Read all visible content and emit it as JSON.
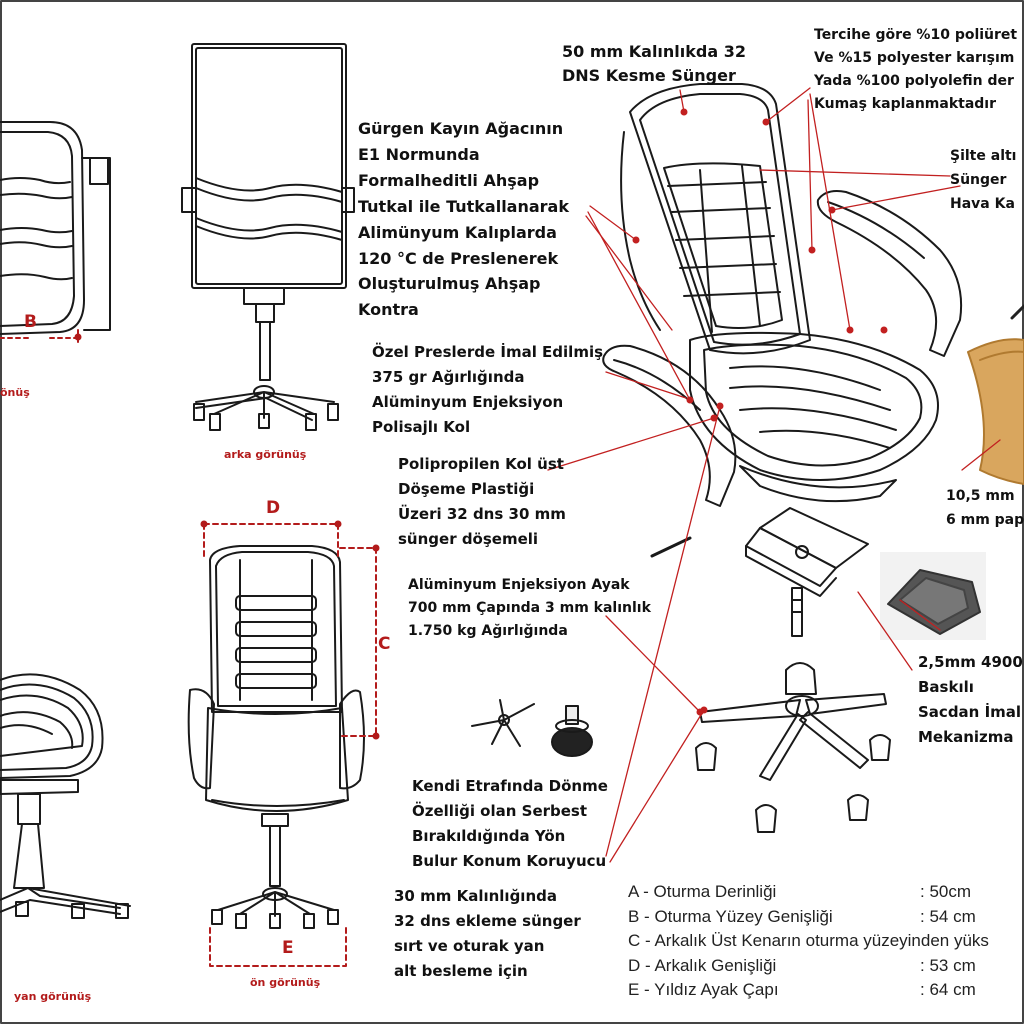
{
  "labels": {
    "foam_top": [
      "50 mm Kalınlıkda 32",
      "DNS Kesme Sünger"
    ],
    "fabric": [
      "Tercihe göre %10 poliüret",
      "Ve %15 polyester karışım",
      "Yada %100 polyolefin der",
      "Kumaş kaplanmaktadır"
    ],
    "wood": [
      "Gürgen Kayın Ağacının",
      "E1 Normunda",
      "Formalheditli  Ahşap",
      "Tutkal ile Tutkallanarak",
      "Alimünyum Kalıplarda",
      "120 °C de Preslenerek",
      "Oluşturulmuş Ahşap",
      "Kontra"
    ],
    "cushion": [
      "Şilte altı",
      "Sünger",
      "Hava Ka"
    ],
    "arm": [
      "Özel Preslerde İmal Edilmiş",
      "375 gr Ağırlığında",
      "Alüminyum Enjeksiyon",
      "Polisajlı Kol"
    ],
    "arm_top": [
      "Polipropilen Kol üst",
      "Döşeme Plastiği",
      "Üzeri 32 dns 30 mm",
      "sünger döşemeli"
    ],
    "base": [
      "Alüminyum Enjeksiyon Ayak",
      "700 mm Çapında 3 mm kalınlık",
      "1.750 kg Ağırlığında"
    ],
    "ply": [
      "10,5 mm",
      "6 mm pap"
    ],
    "mechanism": [
      "2,5mm 4900",
      "Baskılı",
      "Sacdan İmal",
      "Mekanizma"
    ],
    "caster": [
      "Kendi Etrafında Dönme",
      "Özelliği olan Serbest",
      "Bırakıldığında Yön",
      "Bulur Konum Koruyucu"
    ],
    "side_foam": [
      "30 mm Kalınlığında",
      "32 dns ekleme sünger",
      "sırt ve oturak yan",
      "alt besleme için"
    ]
  },
  "view_captions": {
    "top": "önüş",
    "back": "arka görünüş",
    "side": "yan görünüş",
    "front": "ön görünüş"
  },
  "dimension_letters": {
    "b": "B",
    "c": "C",
    "d": "D",
    "e": "E"
  },
  "legend": [
    {
      "text": "A - Oturma Derinliği",
      "value": ": 50cm"
    },
    {
      "text": "B - Oturma Yüzey Genişliği",
      "value": ": 54 cm"
    },
    {
      "text": "C - Arkalık Üst Kenarın oturma yüzeyinden yüks",
      "value": ""
    },
    {
      "text": "D - Arkalık Genişliği",
      "value": ": 53 cm"
    },
    {
      "text": "E - Yıldız Ayak Çapı",
      "value": ": 64 cm"
    }
  ],
  "colors": {
    "ink": "#1a1a1a",
    "leader": "#c22020",
    "dimension": "#b31b1b"
  }
}
